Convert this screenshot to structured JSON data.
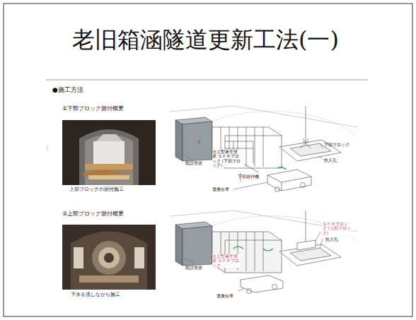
{
  "diagram": {
    "title": "老旧箱涵隧道更新工法(一)",
    "labels": [
      "●施工方法",
      "①下部ブロック据付概要",
      "上部ブロックの据付施工",
      "下部ブロック",
      "投入孔",
      "既設管渠",
      "自立型更生管渠 ＳＰＲブロック (下部ブロック)",
      "下部据付機",
      "運搬台車",
      "②上部ブロック据付概要",
      "下水を流しながら施工",
      "既設管渠",
      "自立型更生管渠 ＳＰＲブロック",
      "ＳＰＲブロック (上部ブロック)",
      "投入孔",
      "運搬台車"
    ]
  }
}
